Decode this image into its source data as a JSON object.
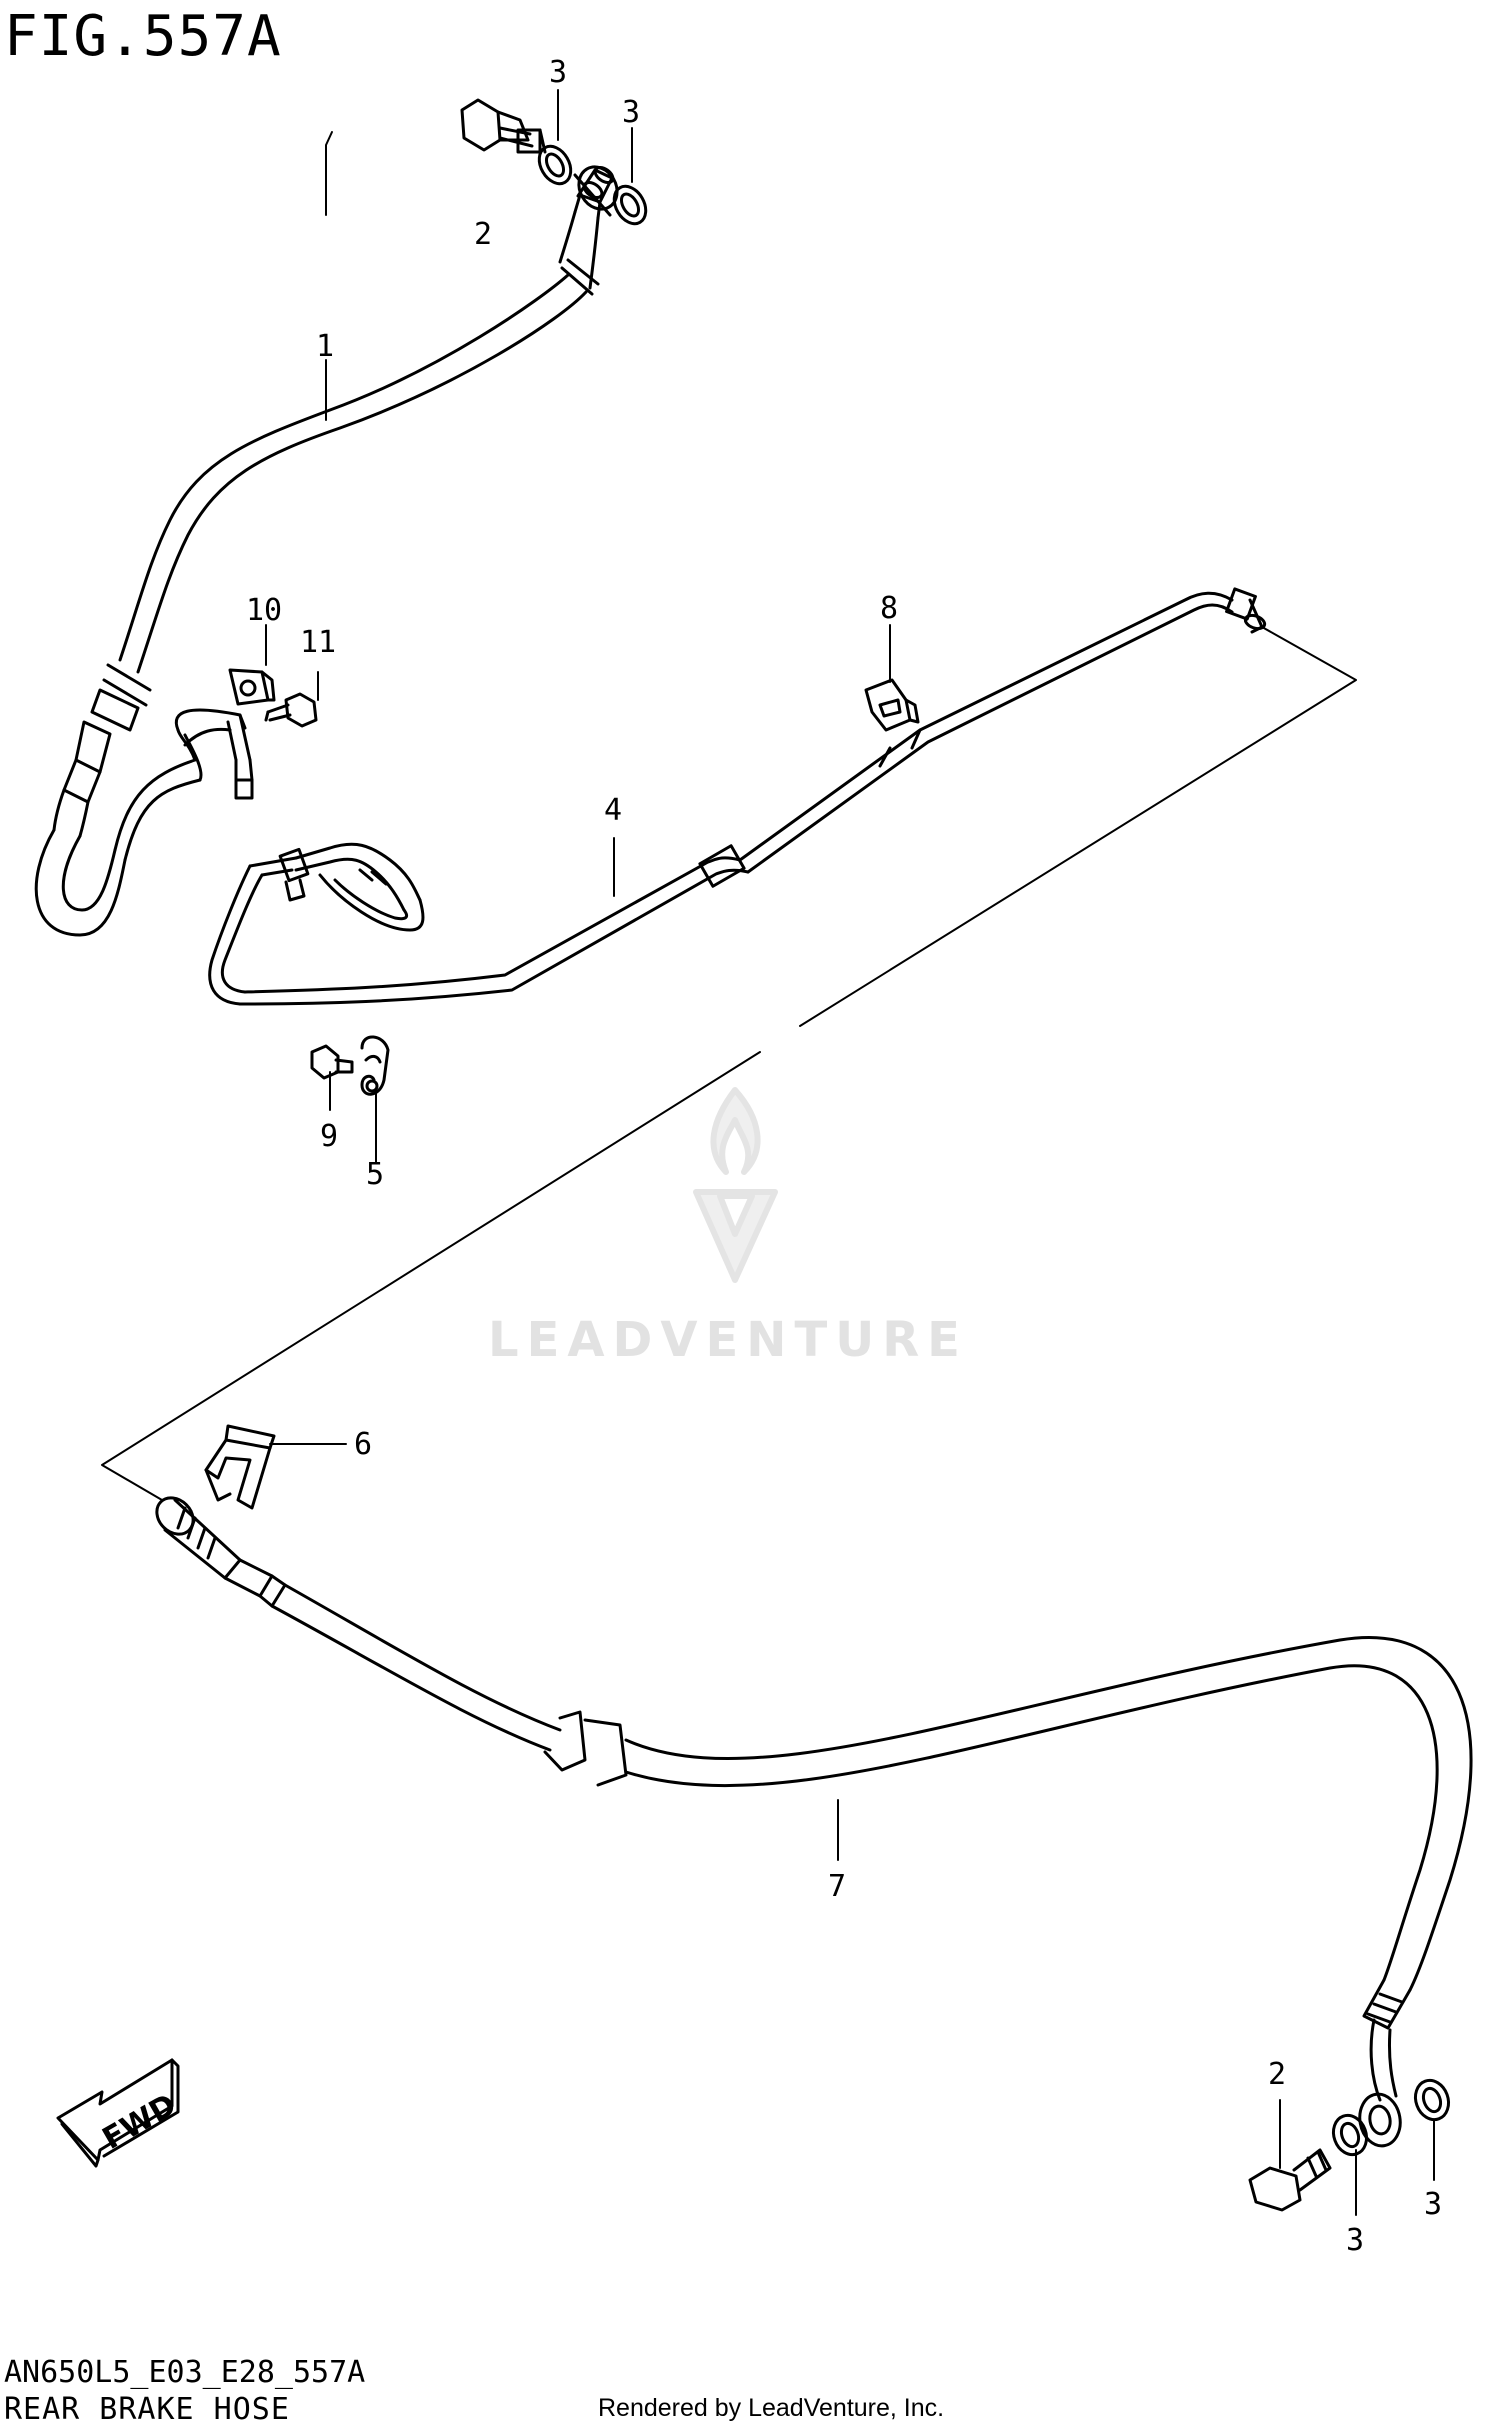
{
  "figure": {
    "title": "FIG.557A",
    "code": "AN650L5_E03_E28_557A",
    "name": "REAR BRAKE HOSE",
    "rendered_by": "Rendered by LeadVenture, Inc."
  },
  "watermark": {
    "text": "LEADVENTURE"
  },
  "direction_badge": {
    "label": "FWD"
  },
  "callouts": {
    "c1": "1",
    "c2_top": "2",
    "c3_top_a": "3",
    "c3_top_b": "3",
    "c4": "4",
    "c5": "5",
    "c6": "6",
    "c7": "7",
    "c8": "8",
    "c9": "9",
    "c10": "10",
    "c11": "11",
    "c2_bottom": "2",
    "c3_bottom_a": "3",
    "c3_bottom_b": "3"
  }
}
